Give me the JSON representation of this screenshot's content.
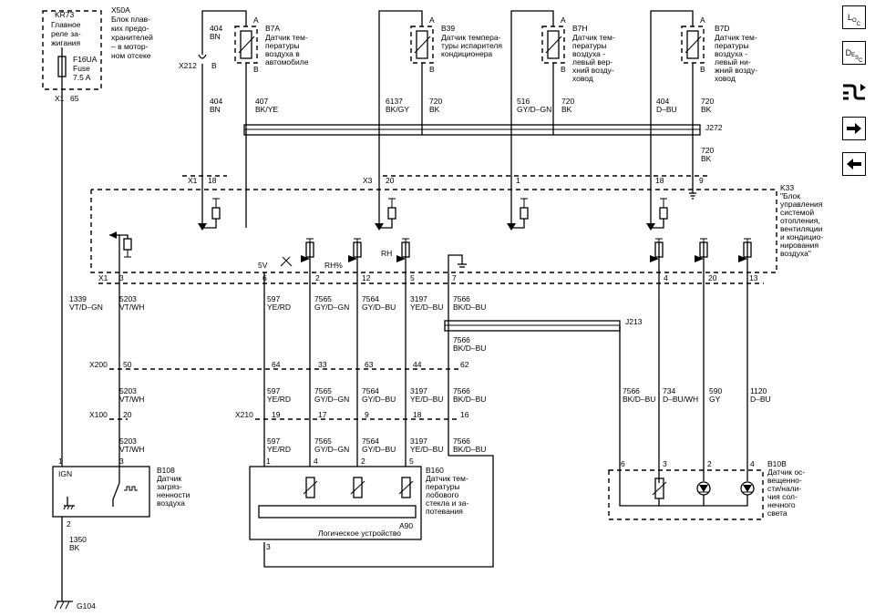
{
  "nav": {
    "loc": {
      "main": "L",
      "sub_o": "O",
      "sub_c": "C"
    },
    "desc": {
      "main": "D",
      "sub_e": "E",
      "sub_s": "S",
      "sub_c": "C"
    },
    "icons": [
      "loc-button",
      "desc-button",
      "wiring-route-icon",
      "arrow-right-icon",
      "arrow-left-icon"
    ]
  },
  "components": {
    "x50a": {
      "id": "X50A",
      "lines": [
        "Блок плав-",
        "ких предо-",
        "хранителей",
        "– в мотор-",
        "ном отсеке"
      ]
    },
    "kr73": {
      "id": "KR73",
      "lines": [
        "Главное",
        "реле за-",
        "жигания"
      ]
    },
    "f16ua": {
      "lines": [
        "F16UA",
        "Fuse",
        "7.5 A"
      ]
    },
    "b7a": {
      "id": "B7A",
      "lines": [
        "Датчик тем-",
        "пературы",
        "воздуха в",
        "автомобиле"
      ]
    },
    "b39": {
      "id": "B39",
      "lines": [
        "Датчик темпера-",
        "туры испарителя",
        "кондиционера"
      ]
    },
    "b7h": {
      "id": "B7H",
      "lines": [
        "Датчик тем-",
        "пературы",
        "воздуха -",
        "левый вер-",
        "хний возду-",
        "ховод"
      ]
    },
    "b7d": {
      "id": "B7D",
      "lines": [
        "Датчик тем-",
        "пературы",
        "воздуха -",
        "левый ни-",
        "жний возду-",
        "ховод"
      ]
    },
    "k33": {
      "id": "K33",
      "lines": [
        "\"Блок",
        "управления",
        "системой",
        "отопления,",
        "вентиляции",
        "и кондицио-",
        "нирования",
        "воздуха\""
      ]
    },
    "b108": {
      "id": "B108",
      "lines": [
        "Датчик",
        "загряз-",
        "ненности",
        "воздуха"
      ],
      "ign": "IGN"
    },
    "b160": {
      "id": "B160",
      "lines": [
        "Датчик тем-",
        "пературы",
        "лобового",
        "стекла и за-",
        "потевания"
      ]
    },
    "a90": {
      "id": "A90",
      "name": "Логическое устройство"
    },
    "b10b": {
      "id": "B10B",
      "lines": [
        "Датчик ос-",
        "вещенно-",
        "сти/нали-",
        "чия сол-",
        "нечного",
        "света"
      ]
    },
    "g104": "G104",
    "j272": "J272",
    "j213": "J213"
  },
  "connectors": {
    "x1": "X1",
    "x212": "X212",
    "x3": "X3",
    "x200": "X200",
    "x100": "X100",
    "x210": "X210"
  },
  "pins": {
    "x1_65": "65",
    "x212_b": "B",
    "x1_18": "18",
    "x3_20": "20",
    "k33_1": "1",
    "k33_18": "18",
    "k33_9": "9",
    "k33_x1_3": "3",
    "k33_6": "6",
    "k33_2": "2",
    "k33_12": "12",
    "k33_5": "5",
    "k33_7": "7",
    "k33_4": "4",
    "k33_20": "20",
    "k33_13": "13",
    "x200_50": "50",
    "x200_64": "64",
    "x200_33": "33",
    "x200_63": "63",
    "x200_44": "44",
    "x200_62": "62",
    "x100_20": "20",
    "x210_19": "19",
    "x210_17": "17",
    "x210_9": "9",
    "x210_18": "18",
    "x210_16": "16",
    "b108_1": "1",
    "b108_3": "3",
    "b108_2": "2",
    "b160_1": "1",
    "b160_4": "4",
    "b160_2": "2",
    "b160_5": "5",
    "a90_3": "3",
    "b10b_6": "6",
    "b10b_3": "3",
    "b10b_2": "2",
    "b10b_4": "4",
    "sensor_a": "A",
    "sensor_b": "B"
  },
  "wires": {
    "w404_top": [
      "404",
      "BN"
    ],
    "w404_mid": [
      "404",
      "BN"
    ],
    "w407": [
      "407",
      "BK/YE"
    ],
    "w6137": [
      "6137",
      "BK/GY"
    ],
    "w720_b39": [
      "720",
      "BK"
    ],
    "w516": [
      "516",
      "GY/D–GN"
    ],
    "w720_b7h": [
      "720",
      "BK"
    ],
    "w404_b7d": [
      "404",
      "D–BU"
    ],
    "w720_b7d": [
      "720",
      "BK"
    ],
    "w720_gnd": [
      "720",
      "BK"
    ],
    "w1339": [
      "1339",
      "VT/D–GN"
    ],
    "w5203_a": [
      "5203",
      "VT/WH"
    ],
    "w5203_b": [
      "5203",
      "VT/WH"
    ],
    "w5203_c": [
      "5203",
      "VT/WH"
    ],
    "w597_a": [
      "597",
      "YE/RD"
    ],
    "w597_b": [
      "597",
      "YE/RD"
    ],
    "w597_c": [
      "597",
      "YE/RD"
    ],
    "w7565_a": [
      "7565",
      "GY/D–GN"
    ],
    "w7565_b": [
      "7565",
      "GY/D–GN"
    ],
    "w7565_c": [
      "7565",
      "GY/D–GN"
    ],
    "w7564_a": [
      "7564",
      "GY/D–BU"
    ],
    "w7564_b": [
      "7564",
      "GY/D–BU"
    ],
    "w7564_c": [
      "7564",
      "GY/D–BU"
    ],
    "w3197_a": [
      "3197",
      "YE/D–BU"
    ],
    "w3197_b": [
      "3197",
      "YE/D–BU"
    ],
    "w3197_c": [
      "3197",
      "YE/D–BU"
    ],
    "w7566_a": [
      "7566",
      "BK/D–BU"
    ],
    "w7566_b": [
      "7566",
      "BK/D–BU"
    ],
    "w7566_c": [
      "7566",
      "BK/D–BU"
    ],
    "w7566_d": [
      "7566",
      "BK/D–BU"
    ],
    "w7566_e": [
      "7566",
      "BK/D–BU"
    ],
    "w734": [
      "734",
      "D–BU/WH"
    ],
    "w590": [
      "590",
      "GY"
    ],
    "w1120": [
      "1120",
      "D–BU"
    ],
    "w1350": [
      "1350",
      "BK"
    ]
  },
  "signals": {
    "v5": "5V",
    "rh_pct": "RH%",
    "rh": "RH"
  }
}
